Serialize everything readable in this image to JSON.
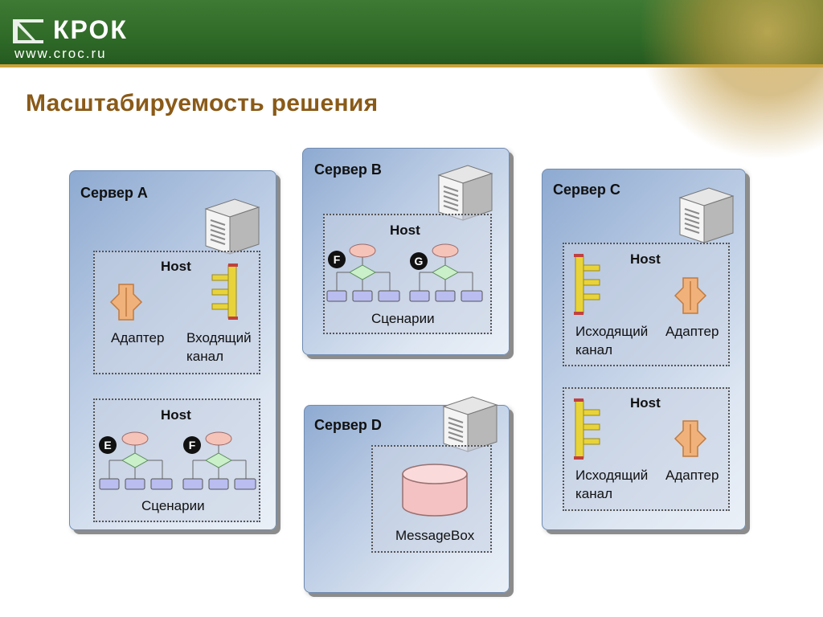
{
  "header": {
    "logo_name": "КРОК",
    "logo_url": "www.croc.ru"
  },
  "page": {
    "title": "Масштабируемость решения"
  },
  "servers": {
    "a": {
      "title": "Сервер А",
      "host1": {
        "label": "Host",
        "adapter": "Адаптер",
        "inbound_line1": "Входящий",
        "inbound_line2": "канал"
      },
      "host2": {
        "label": "Host",
        "badge1": "E",
        "badge2": "F",
        "scenarios": "Сценарии"
      }
    },
    "b": {
      "title": "Сервер B",
      "host": {
        "label": "Host",
        "badge1": "F",
        "badge2": "G",
        "scenarios": "Сценарии"
      }
    },
    "c": {
      "title": "Сервер C",
      "host1": {
        "label": "Host",
        "outbound_line1": "Исходящий",
        "outbound_line2": "канал",
        "adapter": "Адаптер"
      },
      "host2": {
        "label": "Host",
        "outbound_line1": "Исходящий",
        "outbound_line2": "канал",
        "adapter": "Адаптер"
      }
    },
    "d": {
      "title": "Сервер D",
      "messagebox": "MessageBox"
    }
  },
  "colors": {
    "header_green": "#2f6a28",
    "title_brown": "#8a5a18",
    "panel_blue": "#b6c8e2",
    "adapter_orange": "#f0b27a",
    "channel_yellow": "#e8d43a",
    "scenario_pink": "#f6c3b8",
    "scenario_green": "#c9f0c9",
    "scenario_lilac": "#b9bdf0",
    "messagebox_pink": "#f4c2c2"
  },
  "icons": [
    "server-icon",
    "adapter-icon",
    "inbound-channel-icon",
    "outbound-channel-icon",
    "scenario-icon",
    "database-icon"
  ]
}
